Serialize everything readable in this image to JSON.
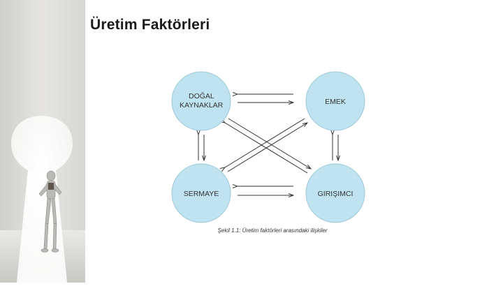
{
  "slide": {
    "title": "Üretim Faktörleri"
  },
  "side_image": {
    "icon": "figure-in-keyhole-icon"
  },
  "diagram": {
    "nodes": [
      {
        "id": "dogal",
        "line1": "DOĞAL",
        "line2": "KAYNAKLAR"
      },
      {
        "id": "emek",
        "line1": "EMEK",
        "line2": ""
      },
      {
        "id": "sermaye",
        "line1": "SERMAYE",
        "line2": ""
      },
      {
        "id": "girisimci",
        "line1": "GIRIŞIMCI",
        "line2": ""
      }
    ],
    "relations": [
      {
        "from": "dogal",
        "to": "emek",
        "bidirectional": true
      },
      {
        "from": "sermaye",
        "to": "girisimci",
        "bidirectional": true
      },
      {
        "from": "dogal",
        "to": "sermaye",
        "bidirectional": true
      },
      {
        "from": "emek",
        "to": "girisimci",
        "bidirectional": true
      },
      {
        "from": "dogal",
        "to": "girisimci",
        "bidirectional": true
      },
      {
        "from": "emek",
        "to": "sermaye",
        "bidirectional": true
      }
    ],
    "caption": "Şekil 1.1: Üretim faktörleri arasındaki ilişkiler",
    "node_color": "#bfe3f0",
    "node_stroke": "#9cc8d8",
    "arrow_color": "#333333"
  }
}
